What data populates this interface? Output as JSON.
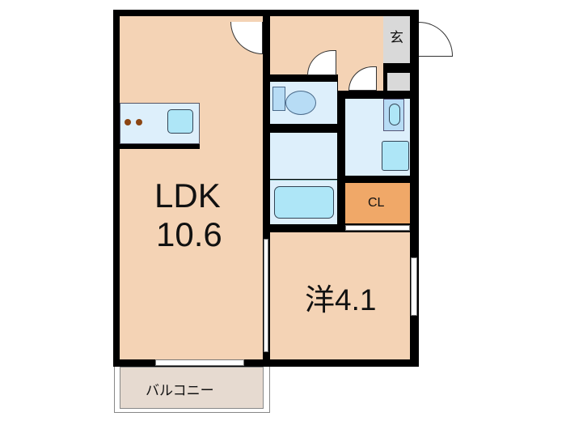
{
  "rooms": {
    "ldk": {
      "label": "LDK",
      "size": "10.6"
    },
    "western": {
      "label": "洋4.1"
    },
    "closet": {
      "label": "CL"
    },
    "entrance": {
      "label": "玄"
    },
    "balcony": {
      "label": "バルコニー"
    }
  },
  "colors": {
    "floor": "#f4d3b5",
    "wet": "#ddeffb",
    "closet": "#f0a868",
    "entrance": "#d9d9d9",
    "balcony": "#e6dad0"
  }
}
